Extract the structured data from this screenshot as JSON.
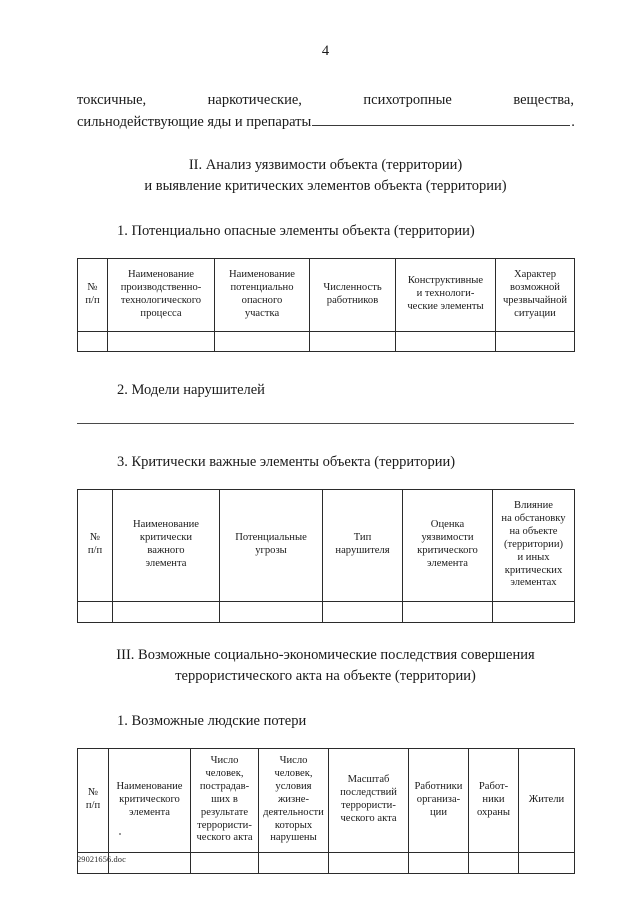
{
  "page": {
    "number": "4",
    "footer_filename": "29021656.doc"
  },
  "paragraph": {
    "line1": "токсичные,  наркотические,  психотропные  вещества,",
    "line2_before_blank": "сильнодействующие яды и препараты",
    "line2_after_blank": "."
  },
  "headings": {
    "roman2_line1": "II. Анализ уязвимости объекта (территории)",
    "roman2_line2": "и выявление критических элементов объекта (территории)",
    "sub1": "1. Потенциально опасные элементы объекта (территории)",
    "sub2": "2. Модели нарушителей",
    "sub3": "3. Критически важные элементы объекта (территории)",
    "roman3_line1": "III. Возможные социально-экономические последствия совершения",
    "roman3_line2": "террористического акта на объекте (территории)",
    "sub4": "1. Возможные людские потери"
  },
  "table1": {
    "headers": [
      "№\nп/п",
      "Наименование\nпроизводственно-\nтехнологического\nпроцесса",
      "Наименование\nпотенциально\nопасного\nучастка",
      "Численность\nработников",
      "Конструктивные\nи технологи-\nческие элементы",
      "Характер\nвозможной\nчрезвычайной\nситуации"
    ],
    "rows": [
      [
        "",
        "",
        "",
        "",
        "",
        ""
      ]
    ]
  },
  "table2": {
    "headers": [
      "№\nп/п",
      "Наименование\nкритически\nважного\nэлемента",
      "Потенциальные\nугрозы",
      "Тип\nнарушителя",
      "Оценка\nуязвимости\nкритического\nэлемента",
      "Влияние\nна обстановку\nна объекте\n(территории)\nи иных\nкритических\nэлементах"
    ],
    "rows": [
      [
        "",
        "",
        "",
        "",
        "",
        ""
      ]
    ]
  },
  "table3": {
    "headers": [
      "№\nп/п",
      "Наименование\nкритического\nэлемента",
      "Число\nчеловек,\nпострадав-\nших в\nрезультате\nтеррористи-\nческого акта",
      "Число\nчеловек,\nусловия\nжизне-\nдеятельности\nкоторых\nнарушены",
      "Масштаб\nпоследствий\nтеррористи-\nческого акта",
      "Работники\nорганиза-\nции",
      "Работ-\nники\nохраны",
      "Жители"
    ],
    "rows": [
      [
        "",
        "",
        "",
        "",
        "",
        "",
        "",
        ""
      ]
    ]
  }
}
